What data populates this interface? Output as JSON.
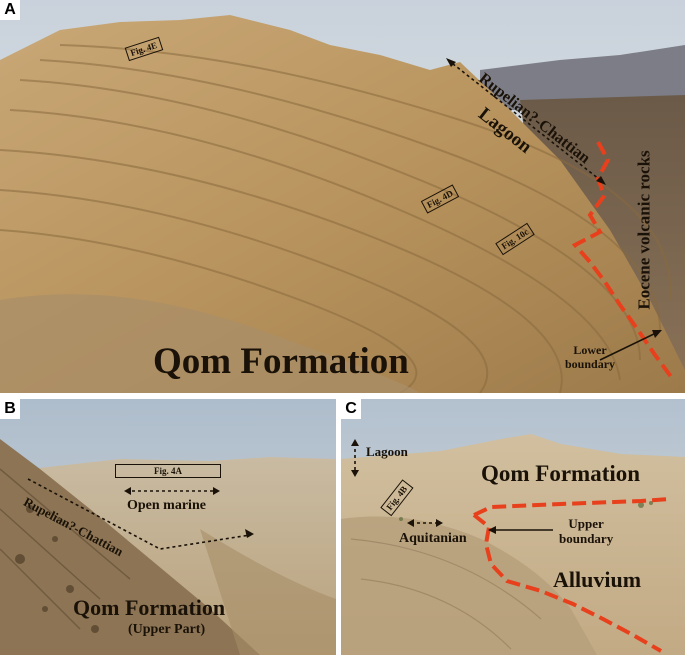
{
  "panel_a": {
    "letter": "A",
    "formation": "Qom Formation",
    "age_range": "Rupelian?-Chattian",
    "facies": "Lagoon",
    "volcanic": "Eocene volcanic rocks",
    "boundary": "Lower\nboundary",
    "fig_refs": [
      "Fig. 4E",
      "Fig. 4D",
      "Fig. 10c"
    ]
  },
  "panel_b": {
    "letter": "B",
    "fig_ref": "Fig. 4A",
    "facies": "Open marine",
    "age_range": "Rupelian?-Chattian",
    "formation": "Qom Formation",
    "sub": "(Upper Part)"
  },
  "panel_c": {
    "letter": "C",
    "facies": "Lagoon",
    "formation": "Qom Formation",
    "fig_ref": "Fig. 4B",
    "age": "Aquitanian",
    "boundary": "Upper\nboundary",
    "alluvium": "Alluvium"
  },
  "colors": {
    "boundary_line": "#e8401c",
    "sky": "#b9c6d3",
    "rock": "#c4a574"
  }
}
